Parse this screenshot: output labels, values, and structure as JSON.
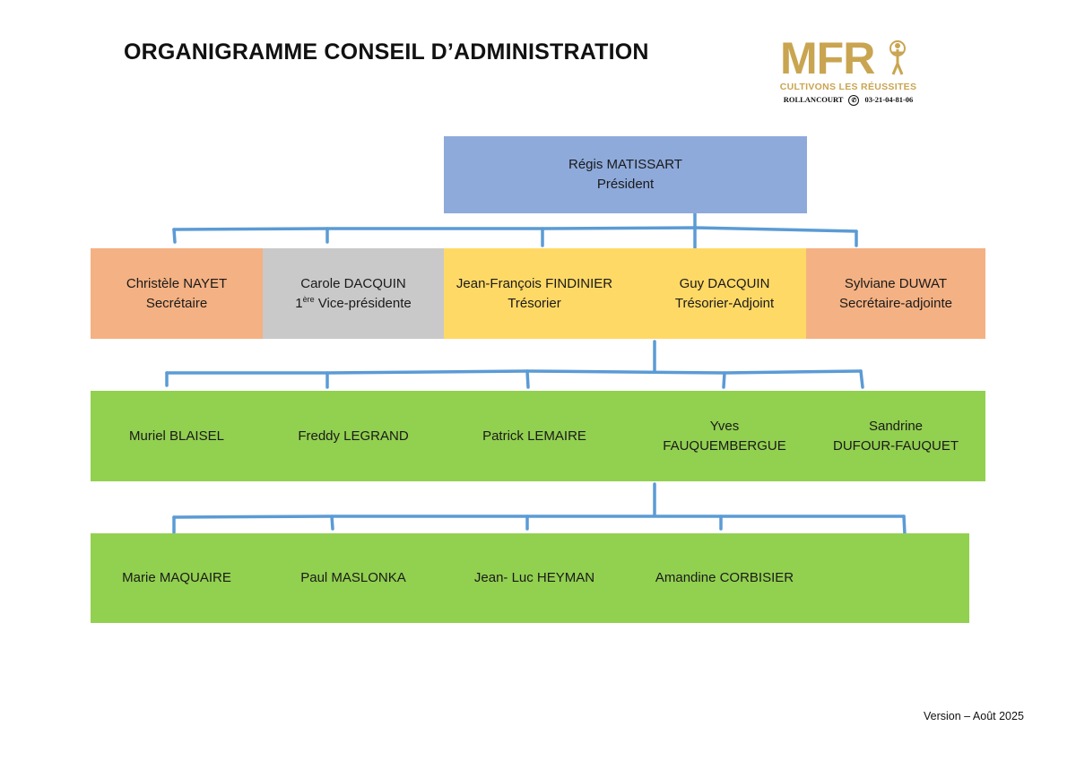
{
  "title": "ORGANIGRAMME CONSEIL D’ADMINISTRATION",
  "logo": {
    "brand": "MFR",
    "tagline": "CULTIVONS LES RÉUSSITES",
    "location": "ROLLANCOURT",
    "phone": "03-21-04-81-06",
    "color": "#C9A551"
  },
  "president": {
    "name": "Régis MATISSART",
    "role": "Président",
    "color": "#8EAADB"
  },
  "bureau": [
    {
      "name": "Christèle NAYET",
      "role": "Secrétaire",
      "color": "#F4B183"
    },
    {
      "name": "Carole DACQUIN",
      "role_sup": "ère",
      "role_num": "1",
      "role_rest": " Vice-présidente",
      "color": "#C9C9C9"
    },
    {
      "name": "Jean-François FINDINIER",
      "role": "Trésorier",
      "color": "#FFD966"
    },
    {
      "name": "Guy DACQUIN",
      "role": "Trésorier-Adjoint",
      "color": "#FFD966"
    },
    {
      "name": "Sylviane DUWAT",
      "role": "Secrétaire-adjointe",
      "color": "#F4B183"
    }
  ],
  "members_row1": [
    {
      "line1": "Muriel BLAISEL"
    },
    {
      "line1": "Freddy LEGRAND"
    },
    {
      "line1": "Patrick LEMAIRE"
    },
    {
      "line1": "Yves",
      "line2": "FAUQUEMBERGUE"
    },
    {
      "line1": "Sandrine",
      "line2": "DUFOUR-FAUQUET"
    }
  ],
  "members_row2": [
    {
      "line1": "Marie MAQUAIRE"
    },
    {
      "line1": "Paul MASLONKA"
    },
    {
      "line1": "Jean- Luc HEYMAN"
    },
    {
      "line1": "Amandine CORBISIER"
    }
  ],
  "members_color": "#92D050",
  "connector_color": "#5B9BD5",
  "version": "Version – Août 2025"
}
